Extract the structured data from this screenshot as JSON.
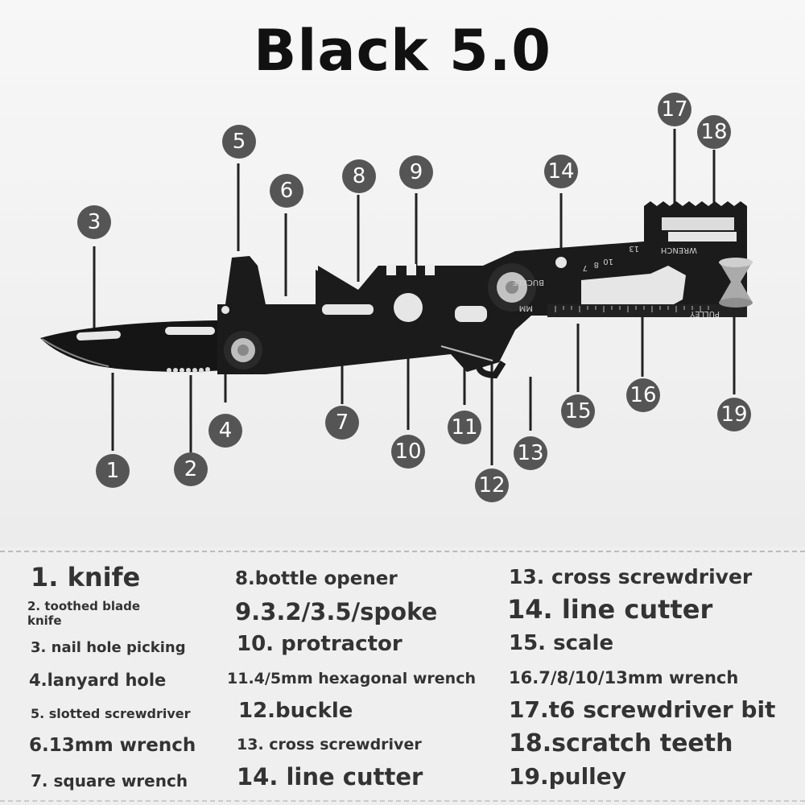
{
  "title": "Black 5.0",
  "markers": [
    "1",
    "2",
    "3",
    "4",
    "5",
    "6",
    "7",
    "8",
    "9",
    "10",
    "11",
    "12",
    "13",
    "14",
    "15",
    "16",
    "17",
    "18",
    "19"
  ],
  "tool_markings": {
    "buckle": "BUCKLE",
    "mm": "MM",
    "wrench": "WRENCH",
    "pulley": "PULLEY",
    "sizes": [
      "13",
      "10",
      "8",
      "7"
    ]
  },
  "legend": {
    "col1": [
      "1. knife",
      "2. toothed blade knife",
      "3. nail hole picking",
      "4.lanyard hole",
      "5. slotted screwdriver",
      "6.13mm wrench",
      "7. square wrench"
    ],
    "col2": [
      "8.bottle opener",
      "9.3.2/3.5/spoke",
      "10. protractor",
      "11.4/5mm hexagonal wrench",
      "12.buckle",
      "13.  cross screwdriver",
      "14. line cutter"
    ],
    "col3": [
      "13. cross screwdriver",
      "14. line cutter",
      "15. scale",
      "16.7/8/10/13mm wrench",
      "17.t6 screwdriver bit",
      "18.scratch teeth",
      "19.pulley"
    ]
  },
  "colors": {
    "badge": "#555555",
    "tool": "#1a1a1a",
    "text": "#333333"
  }
}
